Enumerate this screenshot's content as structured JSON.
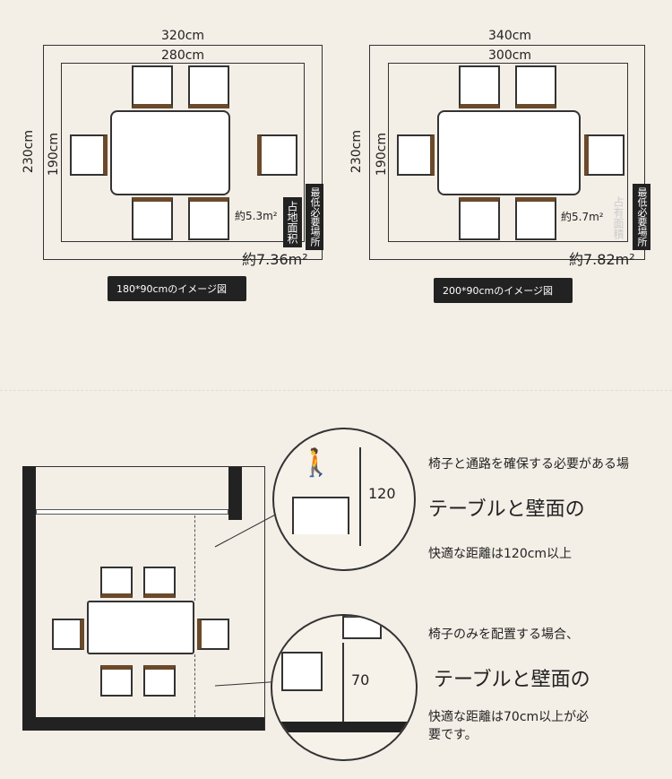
{
  "left_plan": {
    "outer_width": "320cm",
    "inner_width": "280cm",
    "outer_height": "230cm",
    "inner_height": "190cm",
    "table_area": "約5.3m²",
    "total_area": "約7.36m²",
    "tag_table": "占地面积",
    "tag_total": "最低必要場所",
    "caption": "180*90cmのイメージ図"
  },
  "right_plan": {
    "outer_width": "340cm",
    "inner_width": "300cm",
    "outer_height": "230cm",
    "inner_height": "190cm",
    "table_area": "約5.7m²",
    "total_area": "約7.82m²",
    "tag_table": "占有面積",
    "tag_total": "最低必要場所",
    "caption": "200*90cmのイメージ図"
  },
  "detail_top": {
    "measure": "120",
    "line1": "椅子と通路を確保する必要がある場",
    "line2": "テーブルと壁面の",
    "line3": "快適な距離は120cm以上"
  },
  "detail_bottom": {
    "measure": "70",
    "line1": "椅子のみを配置する場合、",
    "line2": "テーブルと壁面の",
    "line3": "快適な距離は70cm以上が必要です。"
  }
}
